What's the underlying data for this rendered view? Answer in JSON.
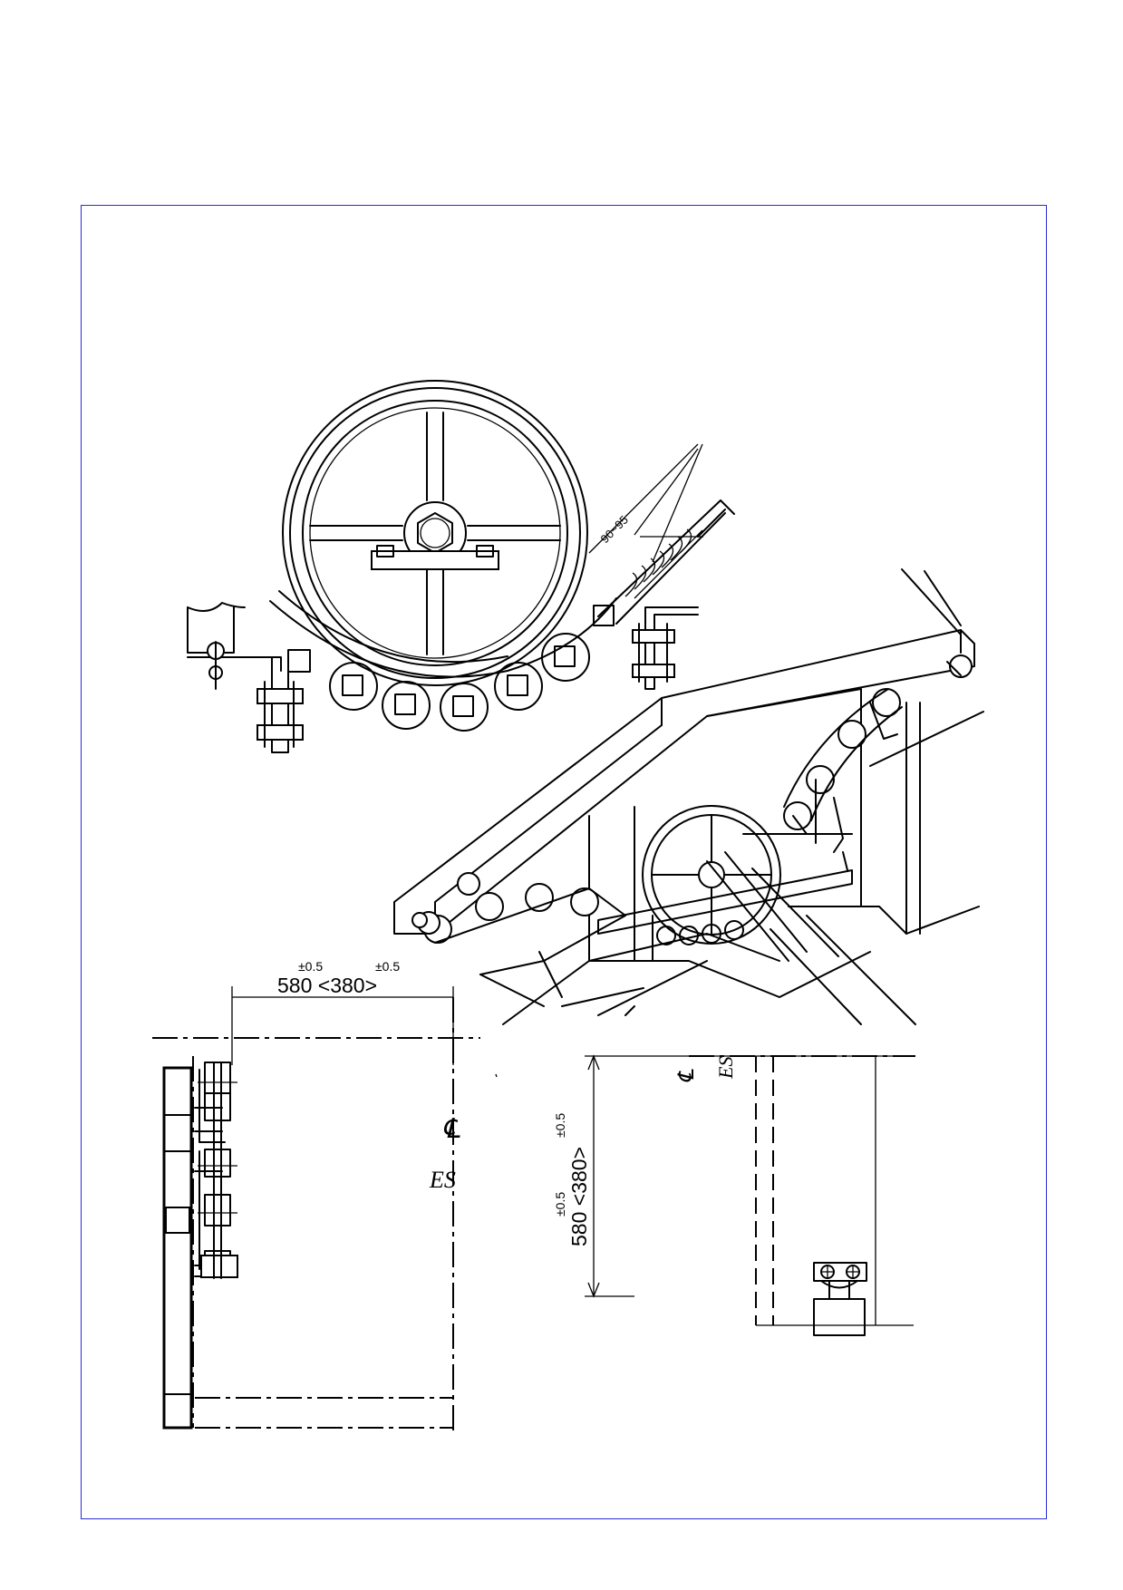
{
  "colors": {
    "frame": "#2b2bd6",
    "ink": "#000000",
    "paper": "#ffffff"
  },
  "drum_detail": {
    "dimension": "90~95"
  },
  "plan_view": {
    "tolerance_a": "±0.5",
    "tolerance_b": "±0.5",
    "dimension_text": "580 <380>",
    "centerline_symbol": "℄",
    "es_label": "ES"
  },
  "side_view": {
    "tolerance_a": "±0.5",
    "tolerance_b": "±0.5",
    "dimension_text": "580 <380>",
    "centerline_symbol": "℄",
    "es_label": "ES"
  }
}
